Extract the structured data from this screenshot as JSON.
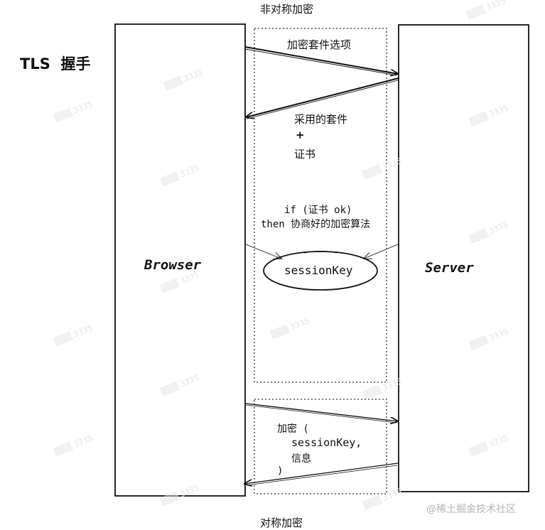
{
  "title": "TLS  握手",
  "top_label": "非对称加密",
  "bottom_label": "对称加密",
  "browser_label": "Browser",
  "server_label": "Server",
  "msg_cipher_options": "加密套件选项",
  "msg_chosen_suite": "采用的套件",
  "msg_plus": "+",
  "msg_certificate": "证书",
  "cond_line1": "if (证书 ok)",
  "cond_line2": "then 协商好的加密算法",
  "session_key": "sessionKey",
  "enc_line1": "加密 (",
  "enc_line2": "sessionKey,",
  "enc_line3": "信息",
  "enc_line4": ")",
  "watermark": "@稀土掘金技术社区",
  "colors": {
    "stroke": "#111111",
    "background": "#ffffff"
  }
}
